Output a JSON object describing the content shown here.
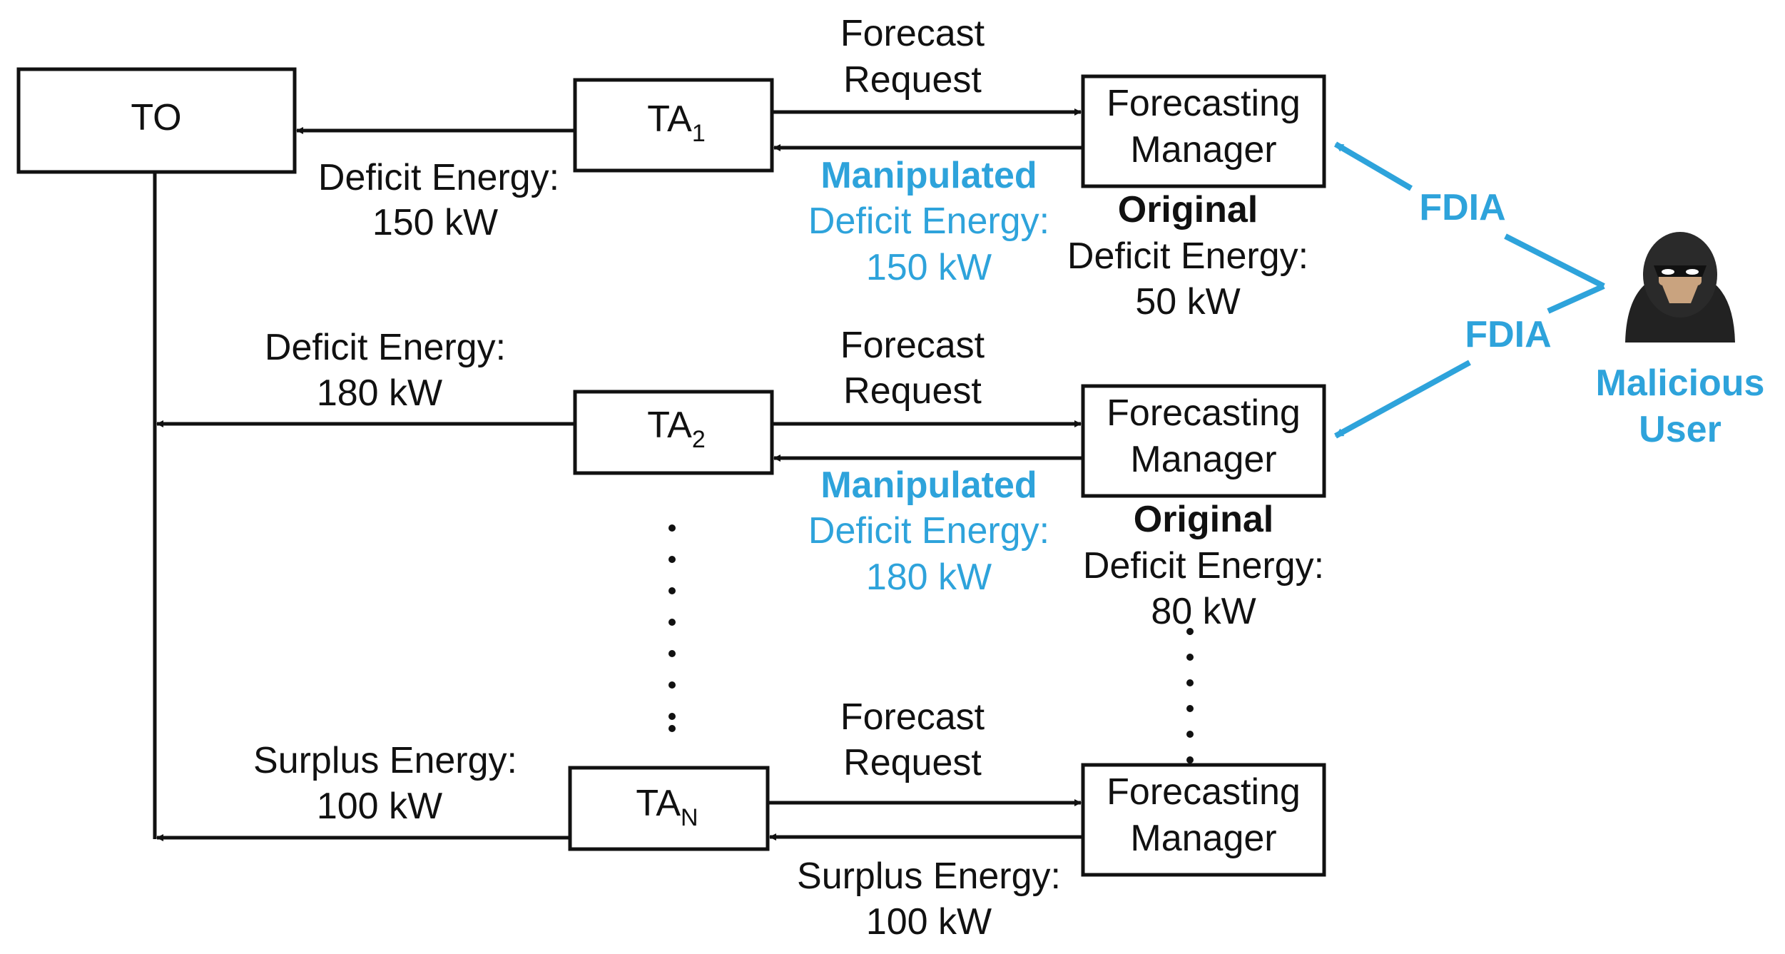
{
  "colors": {
    "ink": "#111111",
    "attack": "#2ea3db"
  },
  "to": {
    "label": "TO"
  },
  "ta": [
    {
      "base": "TA",
      "sub": "1"
    },
    {
      "base": "TA",
      "sub": "2"
    },
    {
      "base": "TA",
      "sub": "N"
    }
  ],
  "forecasting_manager": {
    "line1": "Forecasting",
    "line2": "Manager"
  },
  "request": {
    "line1": "Forecast",
    "line2": "Request"
  },
  "rows": [
    {
      "to_label": {
        "line1": "Deficit Energy:",
        "line2": "150 kW"
      },
      "manipulated": {
        "heading": "Manipulated",
        "line1": "Deficit Energy:",
        "line2": "150 kW"
      },
      "original": {
        "heading": "Original",
        "line1": "Deficit Energy:",
        "line2": "50 kW"
      }
    },
    {
      "to_label": {
        "line1": "Deficit Energy:",
        "line2": "180 kW"
      },
      "manipulated": {
        "heading": "Manipulated",
        "line1": "Deficit Energy:",
        "line2": "180 kW"
      },
      "original": {
        "heading": "Original",
        "line1": "Deficit Energy:",
        "line2": "80 kW"
      }
    },
    {
      "to_label": {
        "line1": "Surplus Energy:",
        "line2": "100 kW"
      },
      "response": {
        "line1": "Surplus Energy:",
        "line2": "100 kW"
      }
    }
  ],
  "attack": {
    "label_top": "FDIA",
    "label_bottom": "FDIA"
  },
  "attacker": {
    "icon": "hooded-hacker-icon",
    "line1": "Malicious",
    "line2": "User"
  }
}
